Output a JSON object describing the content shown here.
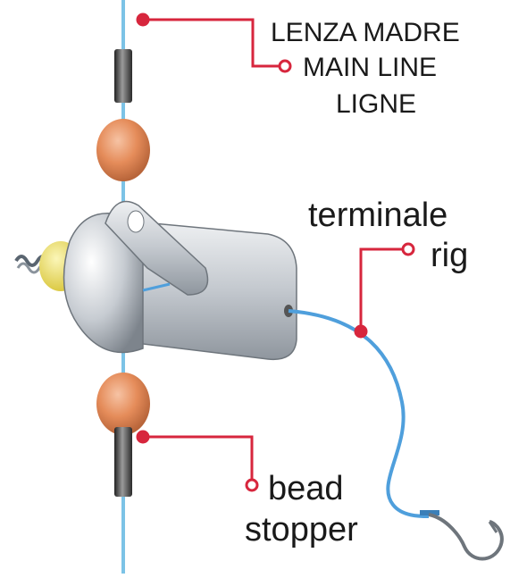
{
  "labels": {
    "main_line": [
      "LENZA MADRE",
      "MAIN LINE",
      "LIGNE"
    ],
    "terminal_rig": [
      "terminale",
      "rig"
    ],
    "bead_stopper": [
      "bead",
      "stopper"
    ]
  },
  "colors": {
    "main_line": "#7cc3e6",
    "leader_line": "#4f9fdc",
    "callout": "#d7263d",
    "bead": "#e58c5a",
    "stopper": "#444444",
    "feeder_body": "#c9cdd2",
    "yellow_cap": "#f0e26a",
    "hook": "#8a9097"
  },
  "icons": {
    "hook": "fishing-hook-icon",
    "swivel": "swivel-icon"
  }
}
